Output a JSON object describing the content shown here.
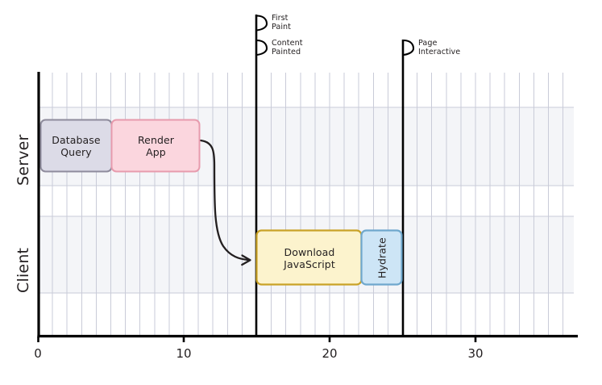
{
  "chart_data": {
    "type": "bar",
    "title": "",
    "xlabel": "",
    "ylabel": "",
    "xlim": [
      0,
      37
    ],
    "ylim_categories": [
      "Server",
      "Client"
    ],
    "grid": true,
    "legend": "none",
    "axis": {
      "x_ticks": [
        {
          "value": 0,
          "label": "0"
        },
        {
          "value": 10,
          "label": "10"
        },
        {
          "value": 20,
          "label": "20"
        },
        {
          "value": 30,
          "label": "30"
        }
      ],
      "minor_tick_step": 1
    },
    "lanes": [
      {
        "name": "Server",
        "label": "Server"
      },
      {
        "name": "Client",
        "label": "Client"
      }
    ],
    "tasks": [
      {
        "label": "Database\nQuery",
        "lane": "Server",
        "start": 0,
        "end": 5,
        "fill": "#dcdbe7",
        "stroke": "#8e8b9c",
        "orientation": "horizontal"
      },
      {
        "label": "Render\nApp",
        "lane": "Server",
        "start": 5,
        "end": 11,
        "fill": "#fbd6de",
        "stroke": "#e79bad",
        "orientation": "horizontal"
      },
      {
        "label": "Download\nJavaScript",
        "lane": "Client",
        "start": 15,
        "end": 22.2,
        "fill": "#fcf3cd",
        "stroke": "#c9a227",
        "orientation": "horizontal"
      },
      {
        "label": "Hydrate",
        "lane": "Client",
        "start": 22.2,
        "end": 25,
        "fill": "#cde5f6",
        "stroke": "#6fa8cd",
        "orientation": "vertical"
      }
    ],
    "markers": [
      {
        "label": "First\nPaint",
        "value": 15,
        "slot": 0
      },
      {
        "label": "Content\nPainted",
        "value": 15,
        "slot": 1
      },
      {
        "label": "Page\nInteractive",
        "value": 25,
        "slot": 1
      }
    ],
    "connector": {
      "from_task": "Render App",
      "to_task": "Download JavaScript",
      "style": "curved-arrow"
    },
    "colors": {
      "band_shade": "#f4f5f8",
      "gridline": "#c9cbd8",
      "axis": "#000000",
      "text": "#231f20",
      "background": "#ffffff"
    }
  }
}
